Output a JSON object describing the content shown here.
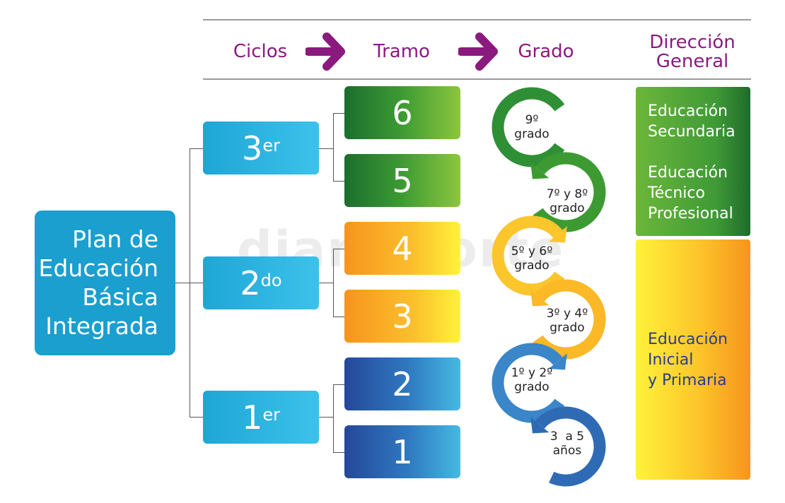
{
  "header": {
    "ciclos": "Ciclos",
    "tramo": "Tramo",
    "grado": "Grado",
    "direccion_line1": "Dirección",
    "direccion_line2": "General",
    "arrow_icon": "right-arrow",
    "accent_color": "#8b1a7e"
  },
  "plan": {
    "line1": "Plan de",
    "line2": "Educación",
    "line3": "Básica",
    "line4": "Integrada"
  },
  "ciclos": [
    {
      "num": "3",
      "suffix": "er"
    },
    {
      "num": "2",
      "suffix": "do"
    },
    {
      "num": "1",
      "suffix": "er"
    }
  ],
  "tramos": [
    "6",
    "5",
    "4",
    "3",
    "2",
    "1"
  ],
  "grados": [
    {
      "line1": "9º",
      "line2": "grado"
    },
    {
      "line1": "7º y 8º",
      "line2": "grado"
    },
    {
      "line1": "5º y 6º",
      "line2": "grado"
    },
    {
      "line1": "3º y 4º",
      "line2": "grado"
    },
    {
      "line1": "1º y 2º",
      "line2": "grado"
    },
    {
      "line1": "3  a 5",
      "line2": "años"
    }
  ],
  "direccion": {
    "secundaria": {
      "line1": "Educación",
      "line2": "Secundaria"
    },
    "tecnico": {
      "line1": "Educación",
      "line2": "Técnico",
      "line3": "Profesional"
    },
    "inicial": {
      "line1": "Educación",
      "line2": "Inicial",
      "line3": "y Primaria"
    }
  },
  "watermark": "diarionorte"
}
